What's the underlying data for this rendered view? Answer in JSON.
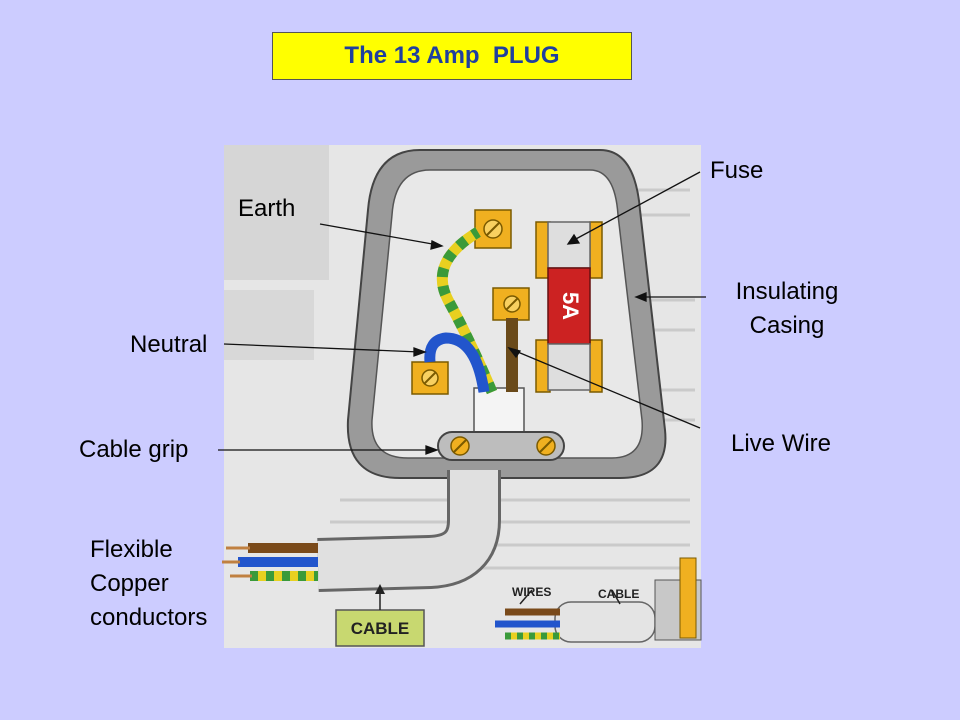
{
  "title": "The 13 Amp  PLUG",
  "labels": {
    "earth": "Earth",
    "fuse": "Fuse",
    "insulating_line1": "Insulating",
    "insulating_line2": "Casing",
    "neutral": "Neutral",
    "live_wire": "Live Wire",
    "cable_grip": "Cable grip",
    "flexible_line1": "Flexible",
    "flexible_line2": "Copper",
    "flexible_line3": "conductors"
  },
  "image_text": {
    "fuse_rating": "5A",
    "cable_tag": "CABLE",
    "wires_tag": "WIRES",
    "cable_tag2": "CABLE"
  },
  "colors": {
    "background": "#ccccff",
    "title_bg": "#ffff00",
    "title_text": "#1f3f9f",
    "fuse_red": "#cc2222",
    "terminal_brass": "#f0b020",
    "earth_green": "#3a9a3a",
    "earth_yellow": "#e8d020",
    "neutral_blue": "#2255cc",
    "live_brown": "#6a4a1a",
    "casing_grey": "#9a9a9a"
  }
}
